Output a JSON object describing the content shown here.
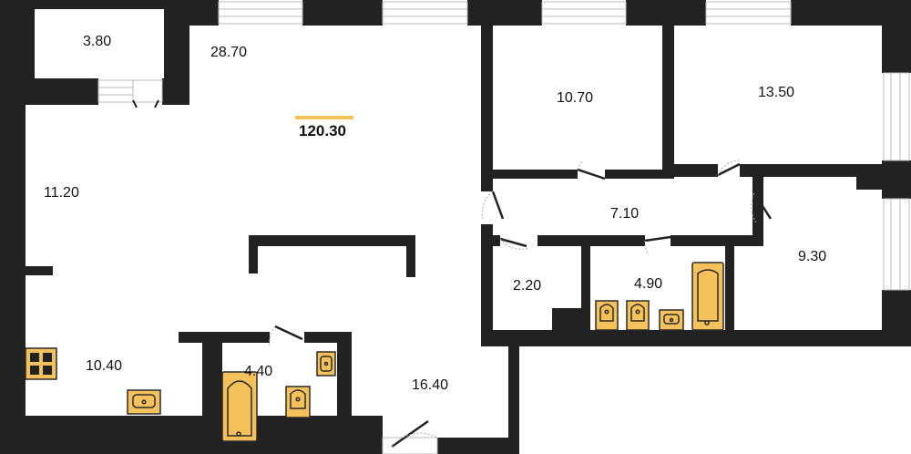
{
  "plan": {
    "total_area": "120.30",
    "colors": {
      "wall": "#222222",
      "fixture": "#f5c15b",
      "fixture_stroke": "#2a2a2a",
      "accent_bar": "#f5c15b",
      "window_line": "#bbbbbb",
      "door_leaf": "#222222",
      "door_arc": "#aaaaaa"
    },
    "rooms": [
      {
        "id": "balcony",
        "area": "3.80"
      },
      {
        "id": "living",
        "area": "28.70"
      },
      {
        "id": "bedroom-1",
        "area": "10.70"
      },
      {
        "id": "bedroom-2",
        "area": "13.50"
      },
      {
        "id": "hall-left",
        "area": "11.20"
      },
      {
        "id": "corridor",
        "area": "7.10"
      },
      {
        "id": "bedroom-3",
        "area": "9.30"
      },
      {
        "id": "storage",
        "area": "2.20"
      },
      {
        "id": "bathroom-1",
        "area": "4.90"
      },
      {
        "id": "kitchen",
        "area": "10.40"
      },
      {
        "id": "bathroom-2",
        "area": "4.40"
      },
      {
        "id": "entrance-hall",
        "area": "16.40"
      }
    ],
    "icons": [
      "bathtub-icon",
      "toilet-icon",
      "sink-icon",
      "stove-icon"
    ]
  }
}
